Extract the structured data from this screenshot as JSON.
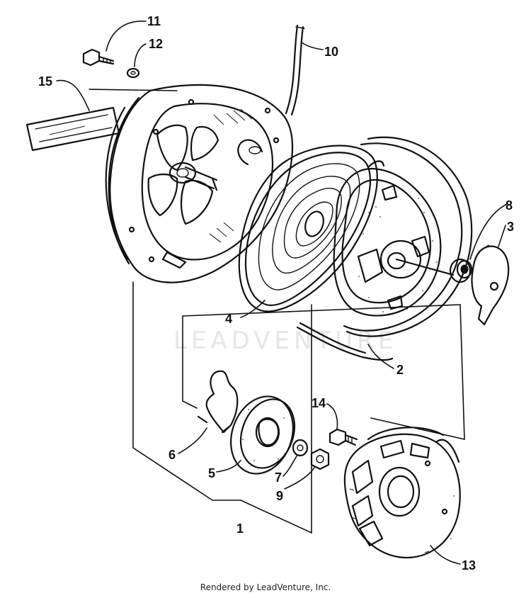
{
  "diagram": {
    "watermark": "LEADVENTURE",
    "callouts": {
      "p1": "1",
      "p2": "2",
      "p3": "3",
      "p4": "4",
      "p5": "5",
      "p6": "6",
      "p7": "7",
      "p8": "8",
      "p9": "9",
      "p10": "10",
      "p11": "11",
      "p12": "12",
      "p13": "13",
      "p14": "14",
      "p15": "15"
    }
  },
  "footer": {
    "text": "Rendered by LeadVenture, Inc."
  }
}
